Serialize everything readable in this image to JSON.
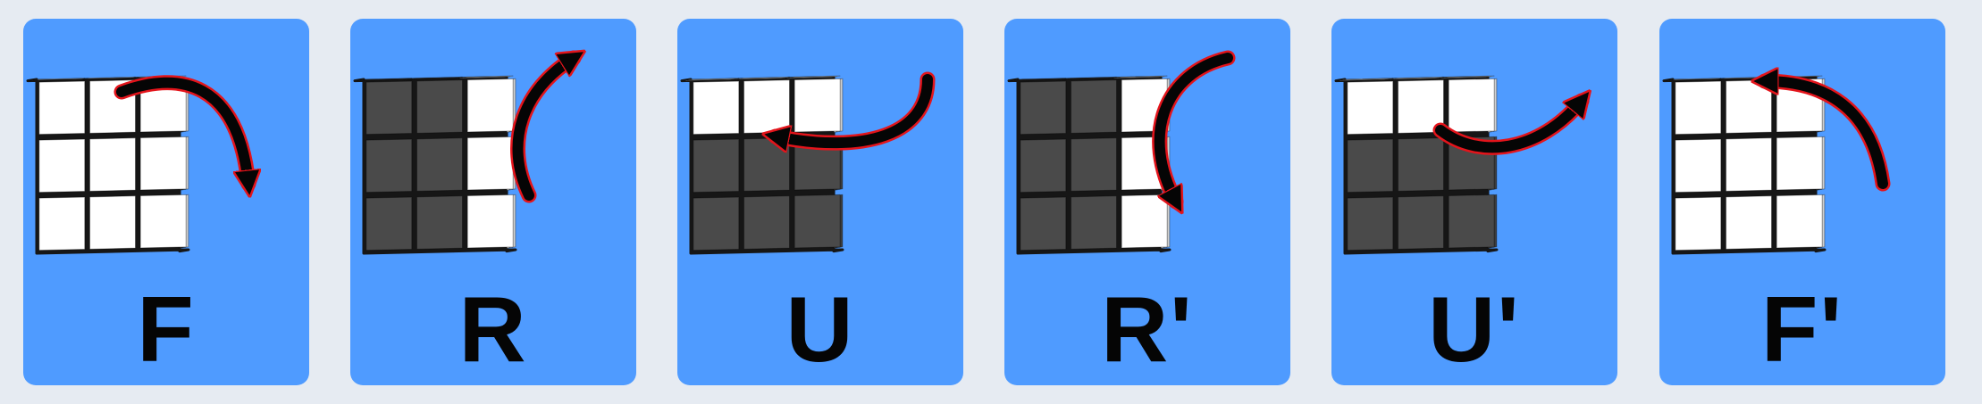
{
  "palette": {
    "background": "#e6ebf2",
    "card": "#4f9bff",
    "white_sticker": "#ffffff",
    "gray_sticker": "#4a4a4a",
    "arrow_fill": "#050505",
    "arrow_outline": "#e3141b"
  },
  "moves": [
    {
      "label": "F",
      "highlight": "front",
      "arrow": "front-clockwise"
    },
    {
      "label": "R",
      "highlight": "right",
      "arrow": "right-up"
    },
    {
      "label": "U",
      "highlight": "top",
      "arrow": "top-left"
    },
    {
      "label": "R'",
      "highlight": "right",
      "arrow": "right-down"
    },
    {
      "label": "U'",
      "highlight": "top",
      "arrow": "top-right"
    },
    {
      "label": "F'",
      "highlight": "front",
      "arrow": "front-counterclockwise"
    }
  ]
}
